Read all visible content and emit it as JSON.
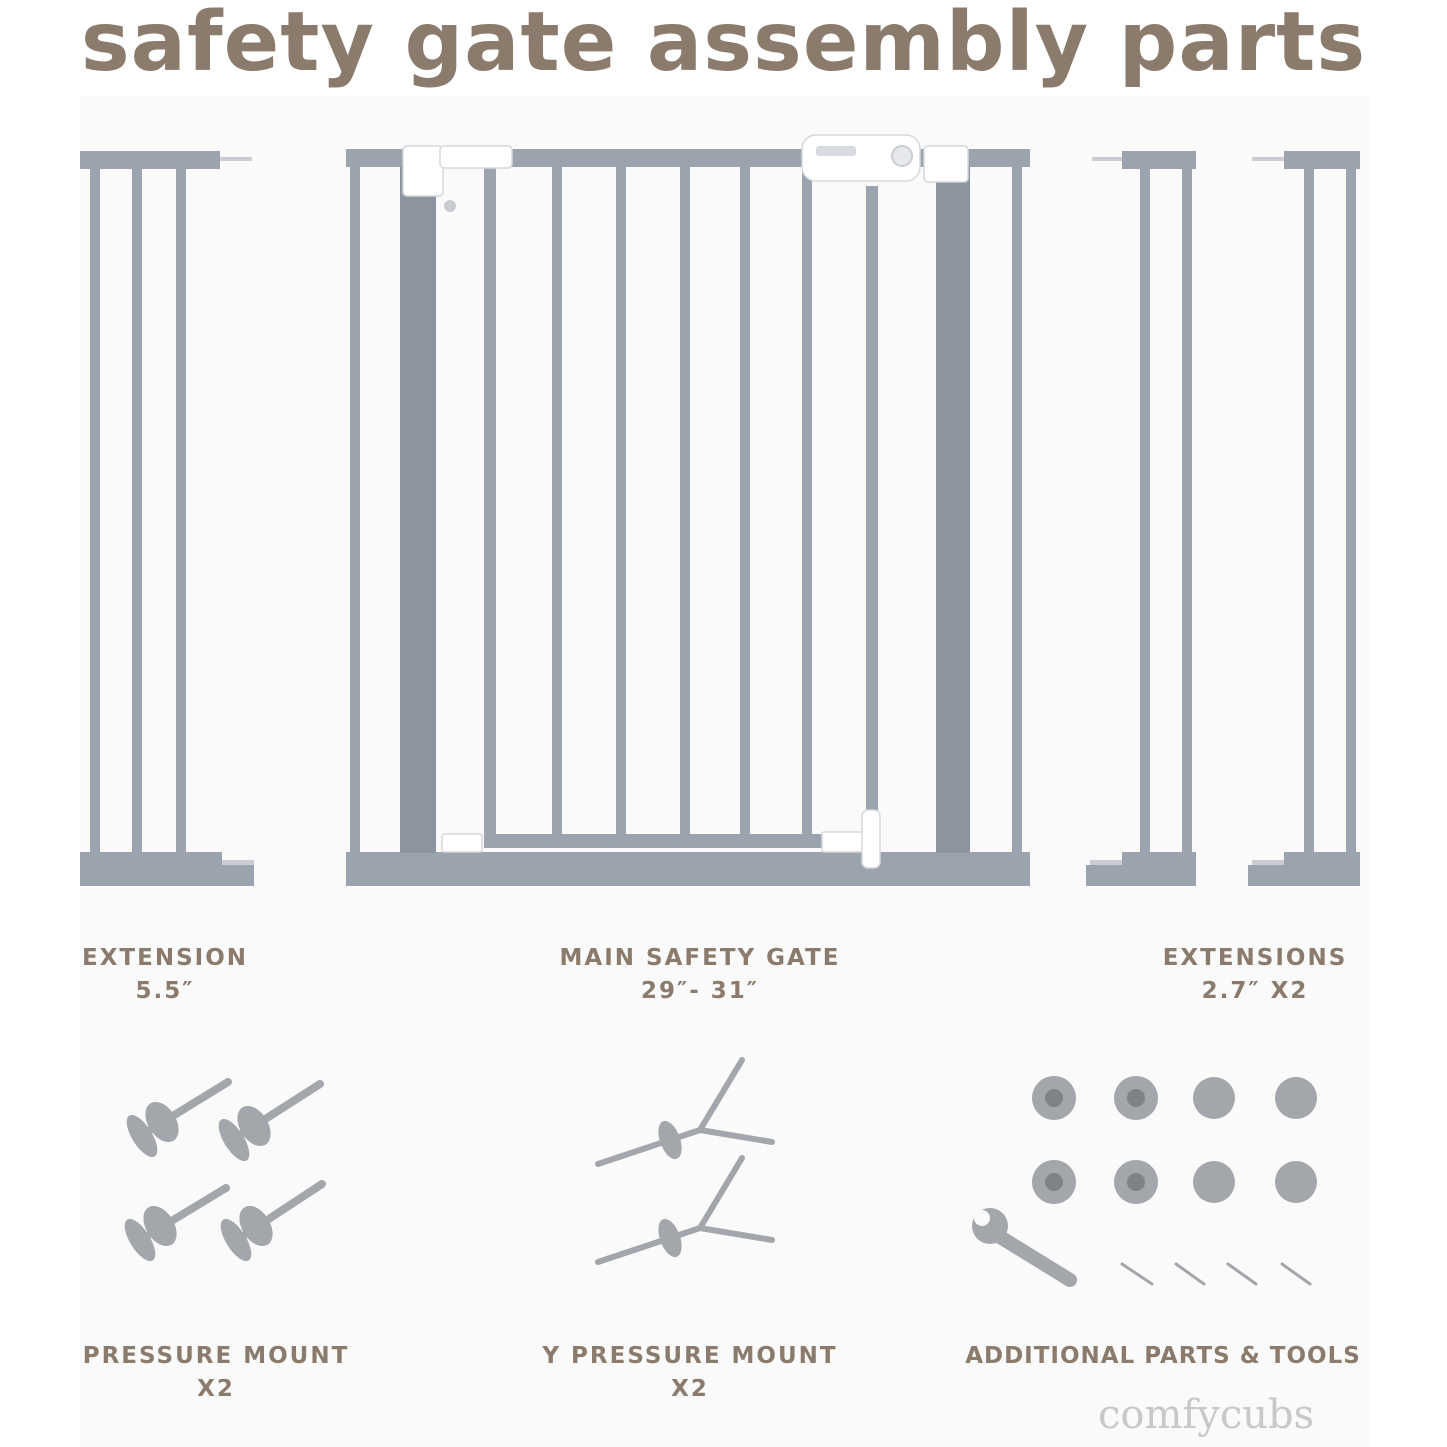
{
  "title": "safety gate assembly parts",
  "colors": {
    "title": "#8b7b6c",
    "label": "#8b7b6c",
    "gate_metal": "#9ba4ae",
    "gate_metal_dark": "#8c959f",
    "plastic": "#ffffff",
    "hardware": "#a3a6aa",
    "brand": "#c8c8c8"
  },
  "parts": {
    "extension_single": {
      "name": "EXTENSION",
      "size": "5.5″"
    },
    "main_gate": {
      "name": "MAIN SAFETY GATE",
      "size": "29″- 31″"
    },
    "extensions_pair": {
      "name": "EXTENSIONS",
      "size": "2.7″ X2"
    },
    "pressure_mount": {
      "name": "PRESSURE MOUNT",
      "qty": "X2"
    },
    "y_pressure_mount": {
      "name": "Y PRESSURE MOUNT",
      "qty": "X2"
    },
    "additional": {
      "name": "ADDITIONAL PARTS & TOOLS"
    }
  },
  "icons": {
    "extension_single": "extension-panel-icon",
    "main_gate": "safety-gate-icon",
    "extensions_pair": "extension-panel-icon",
    "pressure_mount": "pressure-bolt-icon",
    "y_pressure_mount": "y-spindle-icon",
    "additional": "cups-wrench-screws-icon"
  },
  "brand": "comfycubs"
}
